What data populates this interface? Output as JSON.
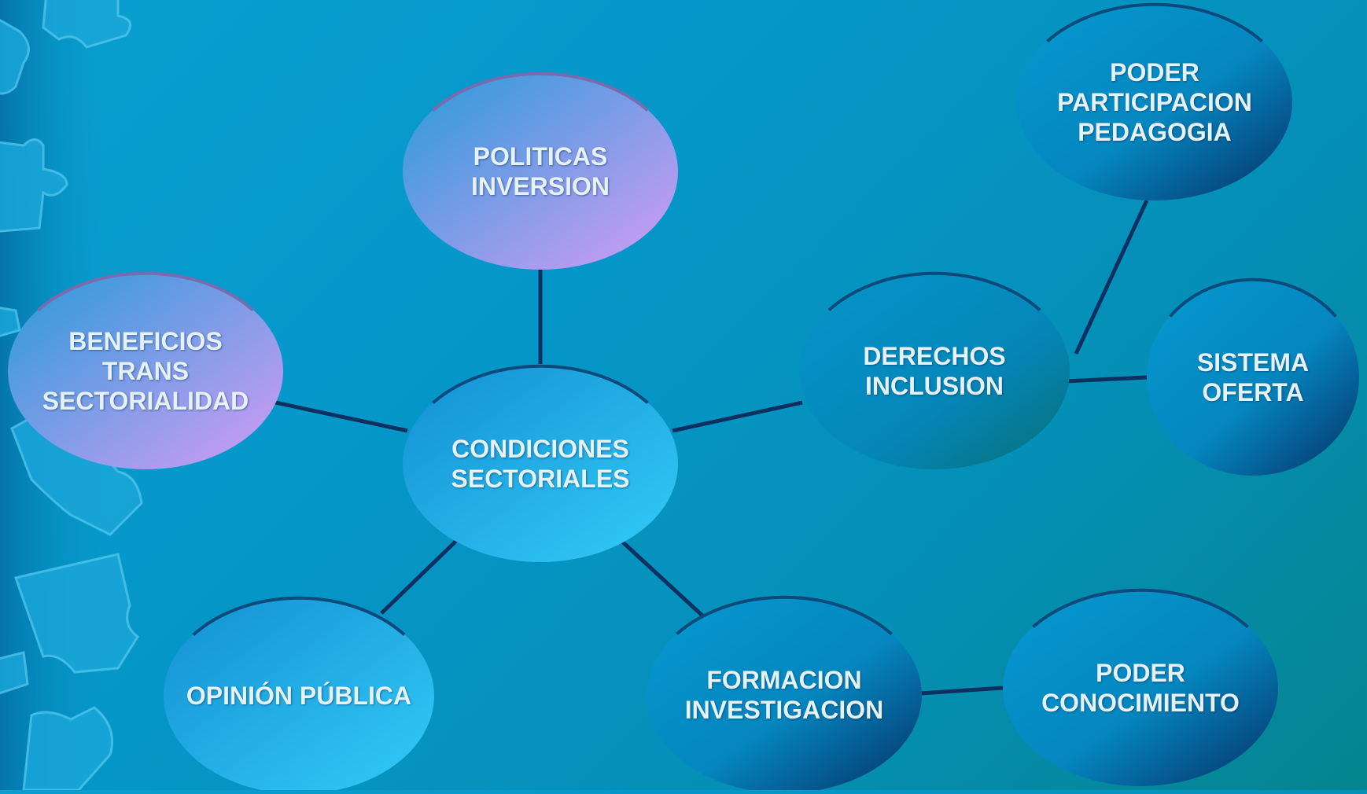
{
  "diagram": {
    "title": "",
    "colors": {
      "connector": "#0c3060",
      "lavender_node": [
        "#2d9fdb",
        "#d59cf5"
      ],
      "cyan_node": [
        "#1692d6",
        "#30c8f6"
      ],
      "dark_node": [
        "#0596cc",
        "#073a70"
      ],
      "teal_node": [
        "#0591c8",
        "#06737a"
      ]
    },
    "nodes": [
      {
        "id": "politicas",
        "text": "POLITICAS\nINVERSION",
        "style": "lavender_node"
      },
      {
        "id": "beneficios",
        "text": "BENEFICIOS\nTRANS\nSECTORIALIDAD",
        "style": "lavender_node"
      },
      {
        "id": "condiciones",
        "text": "CONDICIONES\nSECTORIALES",
        "style": "cyan_node"
      },
      {
        "id": "opinion",
        "text": "OPINIÓN PÚBLICA",
        "style": "cyan_node"
      },
      {
        "id": "derechos",
        "text": "DERECHOS\nINCLUSION",
        "style": "teal_node"
      },
      {
        "id": "poder_participacion",
        "text": "PODER\nPARTICIPACION\nPEDAGOGIA",
        "style": "dark_node"
      },
      {
        "id": "sistema",
        "text": "SISTEMA\nOFERTA",
        "style": "dark_node"
      },
      {
        "id": "formacion",
        "text": "FORMACION\nINVESTIGACION",
        "style": "dark_node"
      },
      {
        "id": "poder_conocimiento",
        "text": "PODER\nCONOCIMIENTO",
        "style": "dark_node"
      }
    ],
    "edges": [
      {
        "from": "condiciones",
        "to": "politicas"
      },
      {
        "from": "condiciones",
        "to": "beneficios"
      },
      {
        "from": "condiciones",
        "to": "opinion"
      },
      {
        "from": "condiciones",
        "to": "derechos"
      },
      {
        "from": "condiciones",
        "to": "formacion"
      },
      {
        "from": "derechos",
        "to": "poder_participacion"
      },
      {
        "from": "derechos",
        "to": "sistema"
      },
      {
        "from": "formacion",
        "to": "poder_conocimiento"
      }
    ]
  }
}
